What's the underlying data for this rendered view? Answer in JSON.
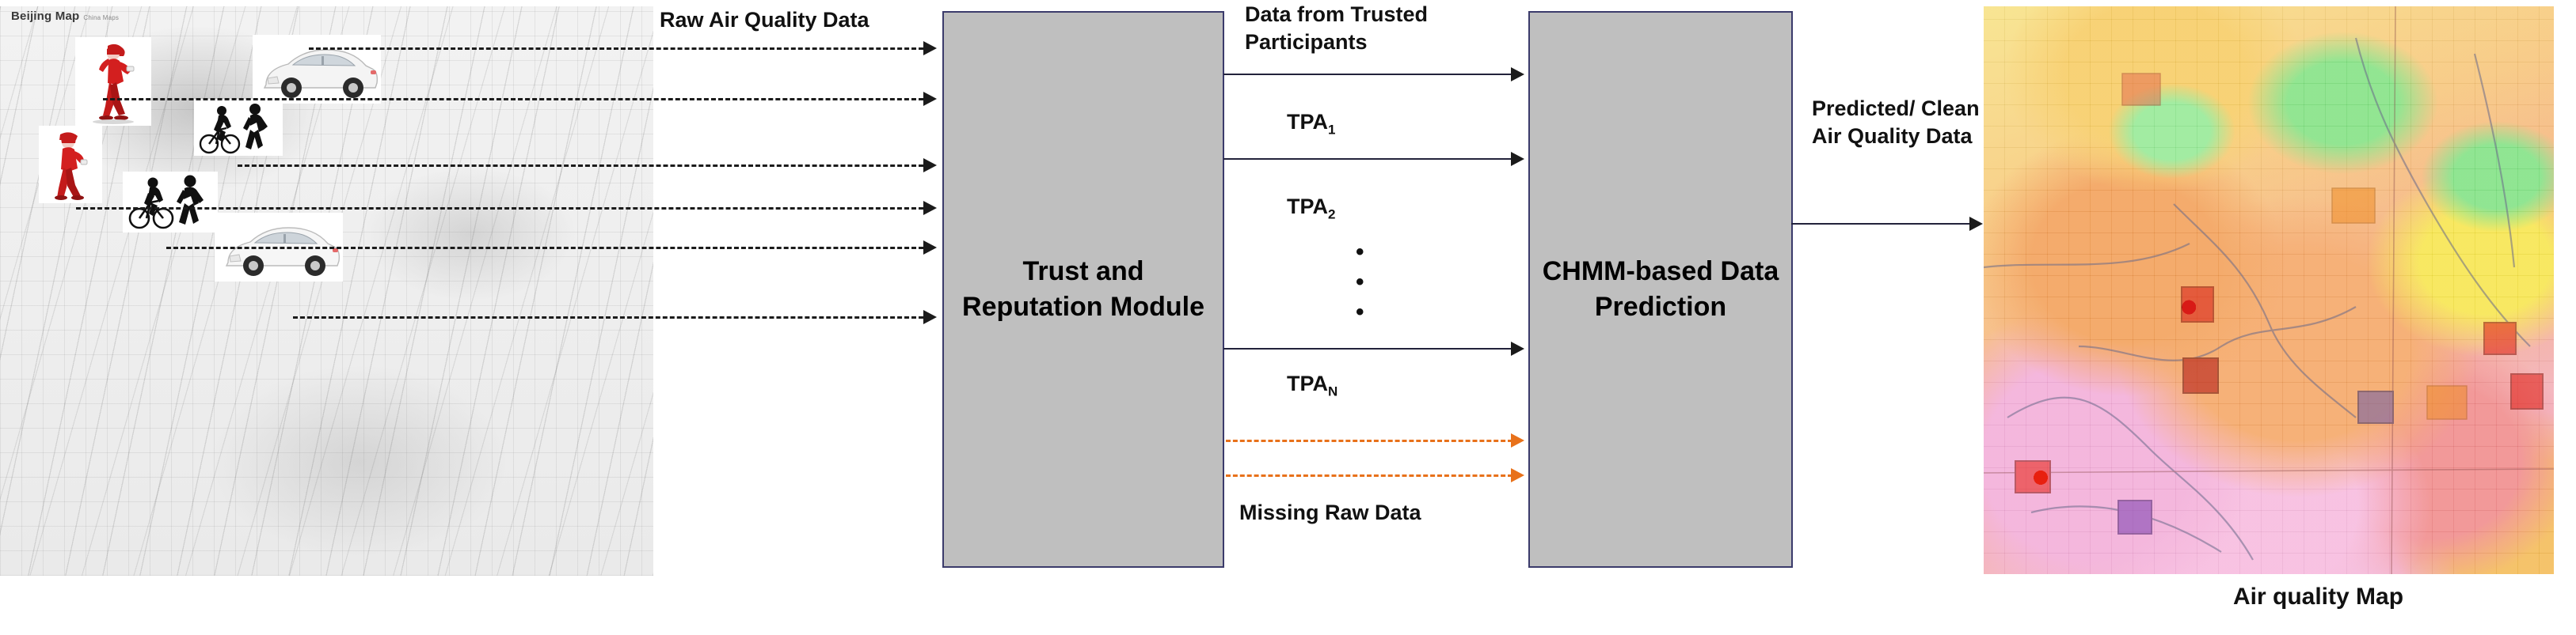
{
  "diagram": {
    "title": "Trust-aware CHMM air quality sensing pipeline",
    "left_panel": {
      "name": "beijing-map",
      "title": "Beijing Map",
      "subtitle": "China Maps",
      "participant_icons": [
        {
          "name": "car-icon-top",
          "kind": "car"
        },
        {
          "name": "walking-woman-icon",
          "kind": "pedestrian-red"
        },
        {
          "name": "cyclist-pedestrian-icon-upper",
          "kind": "cyclist-pedestrian"
        },
        {
          "name": "walking-man-icon",
          "kind": "pedestrian-red"
        },
        {
          "name": "cyclist-pedestrian-icon-lower",
          "kind": "cyclist-pedestrian"
        },
        {
          "name": "car-icon-bottom",
          "kind": "car"
        }
      ]
    },
    "edges": {
      "raw_data_label": "Raw Air Quality Data",
      "trusted_data_label": "Data from Trusted Participants",
      "tpa_1": "TPA",
      "tpa_1_sub": "1",
      "tpa_2": "TPA",
      "tpa_2_sub": "2",
      "tpa_n": "TPA",
      "tpa_n_sub": "N",
      "ellipsis": "•\n•\n•",
      "missing_data_label": "Missing Raw Data",
      "predicted_label": "Predicted/ Clean Air Quality Data"
    },
    "boxes": [
      {
        "name": "trust-and-reputation-module",
        "label": "Trust and Reputation Module"
      },
      {
        "name": "chmm-based-data-prediction",
        "label": "CHMM-based Data Prediction"
      }
    ],
    "right_panel": {
      "name": "air-quality-map",
      "caption": "Air quality Map"
    },
    "colors": {
      "box_fill": "#BFBFBF",
      "box_border": "#3B3B6B",
      "solid_arrow": "#22223B",
      "dashed_arrow": "#1B1B1B",
      "missing_data_arrow": "#E8711A"
    }
  }
}
